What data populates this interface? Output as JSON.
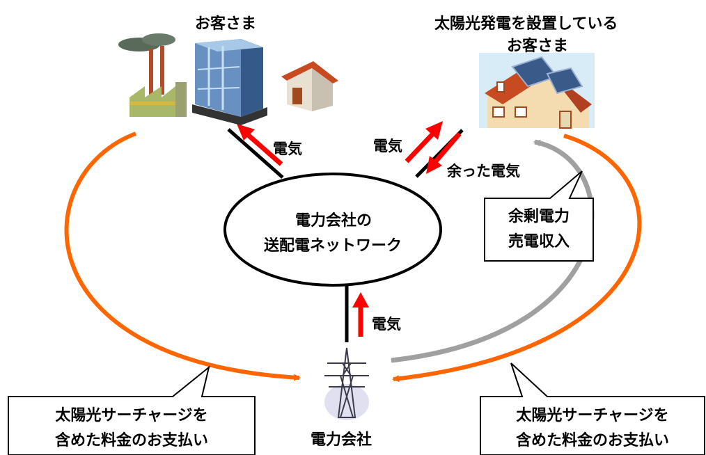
{
  "labels": {
    "customers": "お客さま",
    "solar_customers_line1": "太陽光発電を設置している",
    "solar_customers_line2": "お客さま",
    "network_line1": "電力会社の",
    "network_line2": "送配電ネットワーク",
    "power_company": "電力会社",
    "electricity_to_customers": "電気",
    "electricity_to_solar": "電気",
    "surplus_electricity": "余った電気",
    "electricity_from_company": "電気"
  },
  "callouts": {
    "surplus_income_line1": "余剰電力",
    "surplus_income_line2": "売電収入",
    "left_payment_line1": "太陽光サーチャージを",
    "left_payment_line2": "含めた料金のお支払い",
    "right_payment_line1": "太陽光サーチャージを",
    "right_payment_line2": "含めた料金のお支払い"
  },
  "colors": {
    "payment_flow": "#FF6600",
    "income_flow": "#A0A0A0",
    "electricity_arrow": "#FF0000",
    "line": "#000000"
  }
}
